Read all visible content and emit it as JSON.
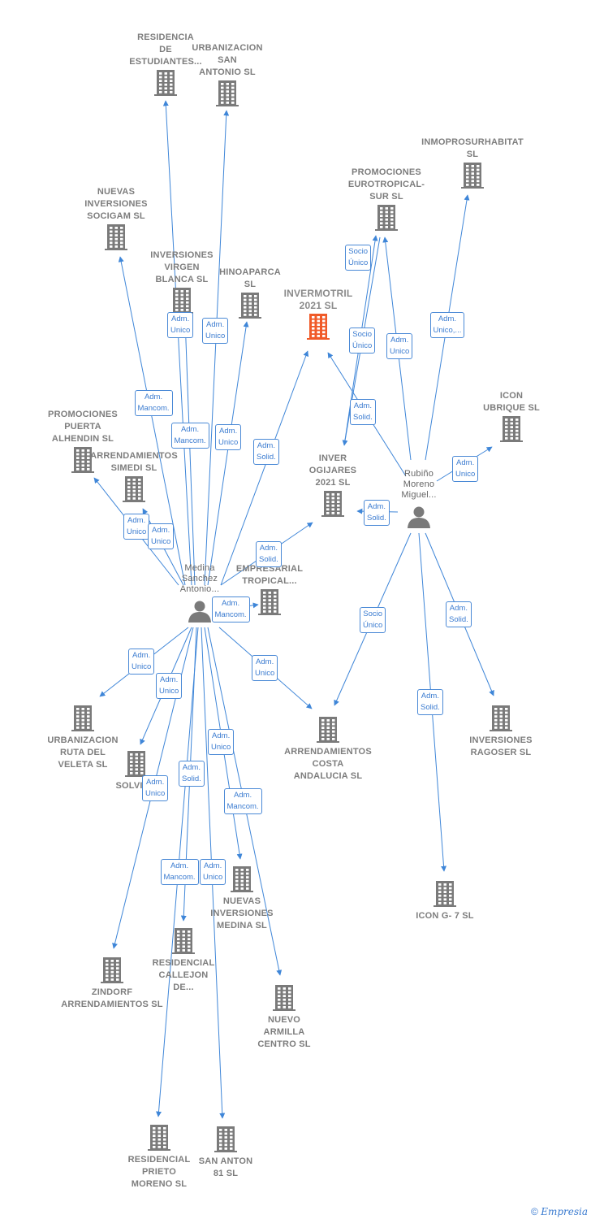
{
  "nodes": [
    {
      "id": "residencia",
      "type": "company",
      "lines": [
        "RESIDENCIA",
        "DE",
        "ESTUDIANTES..."
      ]
    },
    {
      "id": "urb_san_antonio",
      "type": "company",
      "lines": [
        "URBANIZACION",
        "SAN",
        "ANTONIO SL"
      ]
    },
    {
      "id": "inmoprosur",
      "type": "company",
      "lines": [
        "INMOPROSURHABITAT",
        "SL"
      ]
    },
    {
      "id": "promo_euro",
      "type": "company",
      "lines": [
        "PROMOCIONES",
        "EUROTROPICAL-",
        "SUR SL"
      ]
    },
    {
      "id": "nuevas_socigam",
      "type": "company",
      "lines": [
        "NUEVAS",
        "INVERSIONES",
        "SOCIGAM SL"
      ]
    },
    {
      "id": "inv_virgen",
      "type": "company",
      "lines": [
        "INVERSIONES",
        "VIRGEN",
        "BLANCA SL"
      ]
    },
    {
      "id": "hinoaparca",
      "type": "company",
      "lines": [
        "HINOAPARCA",
        "SL"
      ]
    },
    {
      "id": "invermotril",
      "type": "company",
      "highlight": true,
      "lines": [
        "INVERMOTRIL",
        "2021 SL"
      ]
    },
    {
      "id": "icon_ubrique",
      "type": "company",
      "lines": [
        "ICON",
        "UBRIQUE SL"
      ]
    },
    {
      "id": "promo_puerta",
      "type": "company",
      "lines": [
        "PROMOCIONES",
        "PUERTA",
        "ALHENDIN SL"
      ]
    },
    {
      "id": "arr_simedi",
      "type": "company",
      "lines": [
        "ARRENDAMIENTOS",
        "SIMEDI SL"
      ]
    },
    {
      "id": "inver_ogijares",
      "type": "company",
      "lines": [
        "INVER",
        "OGIJARES",
        "2021 SL"
      ]
    },
    {
      "id": "rubino",
      "type": "person",
      "lines": [
        "Rubiño",
        "Moreno",
        "Miguel..."
      ]
    },
    {
      "id": "medina",
      "type": "person",
      "lines": [
        "Medina",
        "Sanchez",
        "Antonio..."
      ]
    },
    {
      "id": "empresarial_trop",
      "type": "company",
      "lines": [
        "EMPRESARIAL",
        "TROPICAL..."
      ]
    },
    {
      "id": "urb_veleta",
      "type": "company",
      "lines": [
        "URBANIZACION",
        "RUTA DEL",
        "VELETA SL"
      ]
    },
    {
      "id": "solvin",
      "type": "company",
      "lines": [
        "SOLVIN..."
      ]
    },
    {
      "id": "arr_costa",
      "type": "company",
      "lines": [
        "ARRENDAMIENTOS",
        "COSTA",
        "ANDALUCIA SL"
      ]
    },
    {
      "id": "inv_ragoser",
      "type": "company",
      "lines": [
        "INVERSIONES",
        "RAGOSER SL"
      ]
    },
    {
      "id": "nuevas_medina",
      "type": "company",
      "lines": [
        "NUEVAS",
        "INVERSIONES",
        "MEDINA SL"
      ]
    },
    {
      "id": "icon_g7",
      "type": "company",
      "lines": [
        "ICON G- 7 SL"
      ]
    },
    {
      "id": "zindorf",
      "type": "company",
      "lines": [
        "ZINDORF",
        "ARRENDAMIENTOS SL"
      ]
    },
    {
      "id": "res_callejon",
      "type": "company",
      "lines": [
        "RESIDENCIAL",
        "CALLEJON",
        "DE..."
      ]
    },
    {
      "id": "nuevo_armilla",
      "type": "company",
      "lines": [
        "NUEVO",
        "ARMILLA",
        "CENTRO SL"
      ]
    },
    {
      "id": "res_prieto",
      "type": "company",
      "lines": [
        "RESIDENCIAL",
        "PRIETO",
        "MORENO SL"
      ]
    },
    {
      "id": "san_anton",
      "type": "company",
      "lines": [
        "SAN ANTON",
        "81 SL"
      ]
    }
  ],
  "edges": [
    {
      "from": "medina",
      "to": "residencia",
      "label": [
        "Adm.",
        "Unico"
      ]
    },
    {
      "from": "medina",
      "to": "urb_san_antonio",
      "label": [
        "Adm.",
        "Unico"
      ]
    },
    {
      "from": "medina",
      "to": "nuevas_socigam",
      "label": [
        "Adm.",
        "Mancom."
      ]
    },
    {
      "from": "medina",
      "to": "inv_virgen",
      "label": [
        "Adm.",
        "Mancom."
      ]
    },
    {
      "from": "medina",
      "to": "hinoaparca",
      "label": [
        "Adm.",
        "Unico"
      ]
    },
    {
      "from": "medina",
      "to": "invermotril",
      "label": [
        "Adm.",
        "Solid."
      ]
    },
    {
      "from": "medina",
      "to": "promo_puerta",
      "label": [
        "Adm.",
        "Unico"
      ]
    },
    {
      "from": "medina",
      "to": "arr_simedi",
      "label": [
        "Adm.",
        "Unico"
      ]
    },
    {
      "from": "medina",
      "to": "inver_ogijares",
      "label": [
        "Adm.",
        "Solid."
      ]
    },
    {
      "from": "medina",
      "to": "empresarial_trop",
      "label": [
        "Adm.",
        "Mancom."
      ]
    },
    {
      "from": "medina",
      "to": "urb_veleta",
      "label": [
        "Adm.",
        "Unico"
      ]
    },
    {
      "from": "medina",
      "to": "solvin",
      "label": [
        "Adm.",
        "Unico"
      ]
    },
    {
      "from": "medina",
      "to": "arr_costa",
      "label": [
        "Adm.",
        "Unico"
      ]
    },
    {
      "from": "medina",
      "to": "zindorf",
      "label": [
        "Adm.",
        "Unico"
      ]
    },
    {
      "from": "medina",
      "to": "res_callejon",
      "label": [
        "Adm.",
        "Solid."
      ]
    },
    {
      "from": "medina",
      "to": "nuevas_medina",
      "label": [
        "Adm.",
        "Unico"
      ]
    },
    {
      "from": "medina",
      "to": "nuevo_armilla",
      "label": [
        "Adm.",
        "Mancom."
      ]
    },
    {
      "from": "medina",
      "to": "res_prieto",
      "label": [
        "Adm.",
        "Mancom."
      ]
    },
    {
      "from": "medina",
      "to": "san_anton",
      "label": [
        "Adm.",
        "Unico"
      ]
    },
    {
      "from": "inver_ogijares",
      "to": "promo_euro",
      "label": [
        "Socio",
        "Único"
      ]
    },
    {
      "from": "promo_euro",
      "to": "inver_ogijares",
      "label": [
        "Socio",
        "Único"
      ]
    },
    {
      "from": "rubino",
      "to": "promo_euro",
      "label": [
        "Adm.",
        "Unico"
      ]
    },
    {
      "from": "rubino",
      "to": "inmoprosur",
      "label": [
        "Adm.",
        "Unico,..."
      ]
    },
    {
      "from": "rubino",
      "to": "invermotril",
      "label": [
        "Adm.",
        "Solid."
      ]
    },
    {
      "from": "rubino",
      "to": "icon_ubrique",
      "label": [
        "Adm.",
        "Unico"
      ]
    },
    {
      "from": "rubino",
      "to": "inver_ogijares",
      "label": [
        "Adm.",
        "Solid."
      ]
    },
    {
      "from": "rubino",
      "to": "arr_costa",
      "label": [
        "Socio",
        "Único"
      ]
    },
    {
      "from": "rubino",
      "to": "inv_ragoser",
      "label": [
        "Adm.",
        "Solid."
      ]
    },
    {
      "from": "rubino",
      "to": "icon_g7",
      "label": [
        "Adm.",
        "Solid."
      ]
    }
  ],
  "colors": {
    "company": "#7a7a7a",
    "highlight": "#f05a28",
    "person": "#7a7a7a",
    "edge": "#3f86d8"
  },
  "footer": {
    "copyright": "©",
    "brand": "Empresia"
  }
}
